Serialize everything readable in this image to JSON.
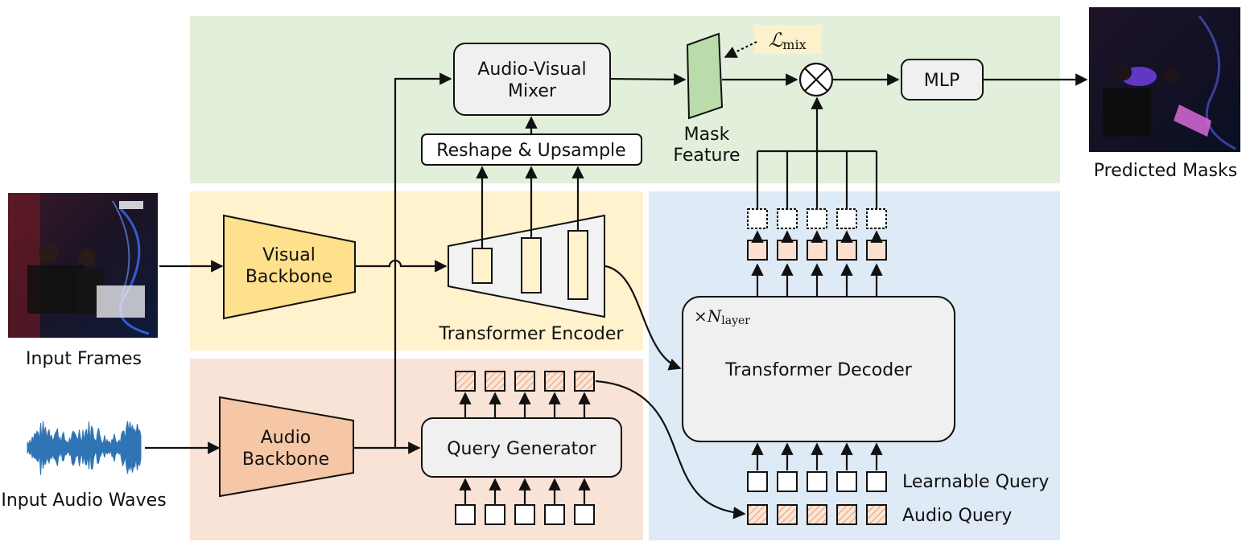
{
  "labels": {
    "input_frames": "Input Frames",
    "input_audio_waves": "Input Audio Waves",
    "visual_backbone_1": "Visual",
    "visual_backbone_2": "Backbone",
    "audio_backbone_1": "Audio",
    "audio_backbone_2": "Backbone",
    "av_mixer_1": "Audio-Visual",
    "av_mixer_2": "Mixer",
    "reshape_upsample": "Reshape & Upsample",
    "transformer_encoder": "Transformer Encoder",
    "query_generator": "Query Generator",
    "transformer_decoder": "Transformer Decoder",
    "mask_feature_1": "Mask",
    "mask_feature_2": "Feature",
    "mlp": "MLP",
    "predicted_masks": "Predicted Masks",
    "learnable_query": "Learnable Query",
    "audio_query": "Audio Query",
    "loss_symbol": "ℒ",
    "loss_sub": "mix",
    "layer_times": "×",
    "layer_N": "N",
    "layer_sub": "layer"
  },
  "colors": {
    "green_region": "#e2efda",
    "yellow_region": "#fff2cc",
    "orange_region": "#f8e3d6",
    "blue_region": "#deeaf6",
    "visual_backbone": "#ffe08c",
    "audio_backbone": "#f6c7a6",
    "mask_feature": "#b9dcaa",
    "box_fill": "#f0f0f0",
    "query_pink": "#fbe0d0",
    "loss_bg": "#fdf1cc"
  }
}
